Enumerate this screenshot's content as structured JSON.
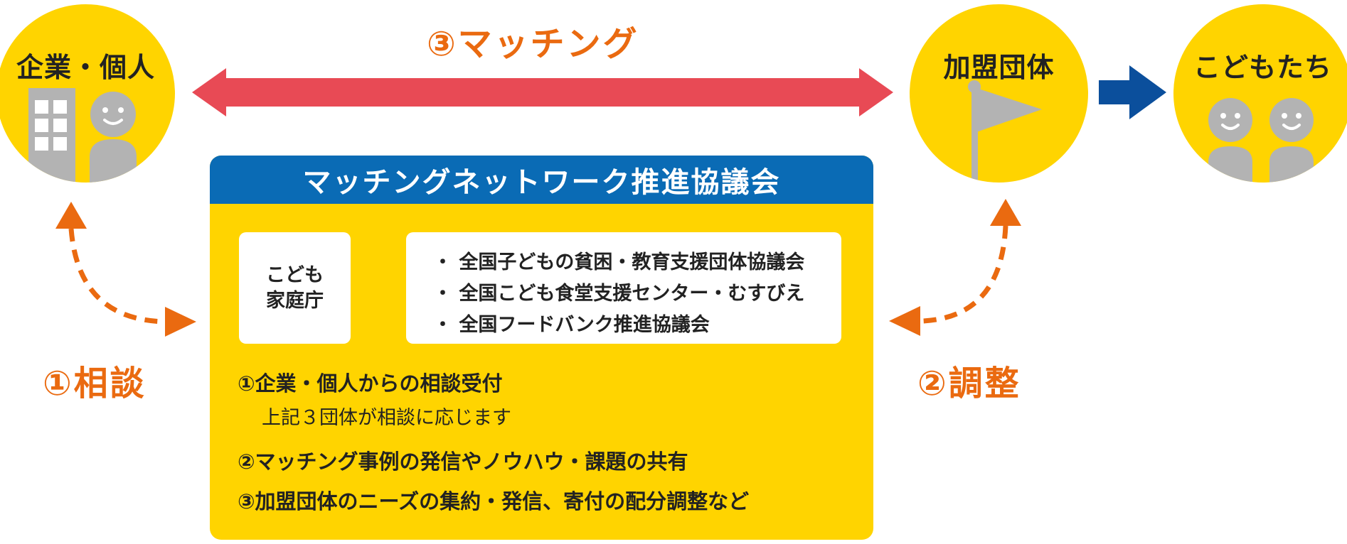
{
  "matching_label": "③マッチング",
  "consult_label": "①相談",
  "adjust_label": "②調整",
  "nodes": {
    "companies": "企業・個人",
    "member_orgs": "加盟団体",
    "children": "こどもたち"
  },
  "council": {
    "title": "マッチングネットワーク推進協議会",
    "agency": [
      "こども",
      "家庭庁"
    ],
    "organizations": [
      "・ 全国子どもの貧困・教育支援団体協議会",
      "・ 全国こども食堂支援センター・むすびえ",
      "・ 全国フードバンク推進協議会"
    ],
    "roles": [
      {
        "title": "①企業・個人からの相談受付",
        "note": "上記３団体が相談に応じます"
      },
      {
        "title": "②マッチング事例の発信やノウハウ・課題の共有"
      },
      {
        "title": "③加盟団体のニーズの集約・発信、寄付の配分調整など"
      }
    ]
  },
  "colors": {
    "yellow": "#FFD400",
    "blue": "#0A6BB5",
    "orange": "#EA6A10",
    "red": "#E84A55",
    "gray": "#B3B3B3",
    "navy_arrow": "#0B4F9C"
  },
  "icons": [
    "building-icon",
    "person-icon",
    "flag-icon",
    "child-icon"
  ]
}
